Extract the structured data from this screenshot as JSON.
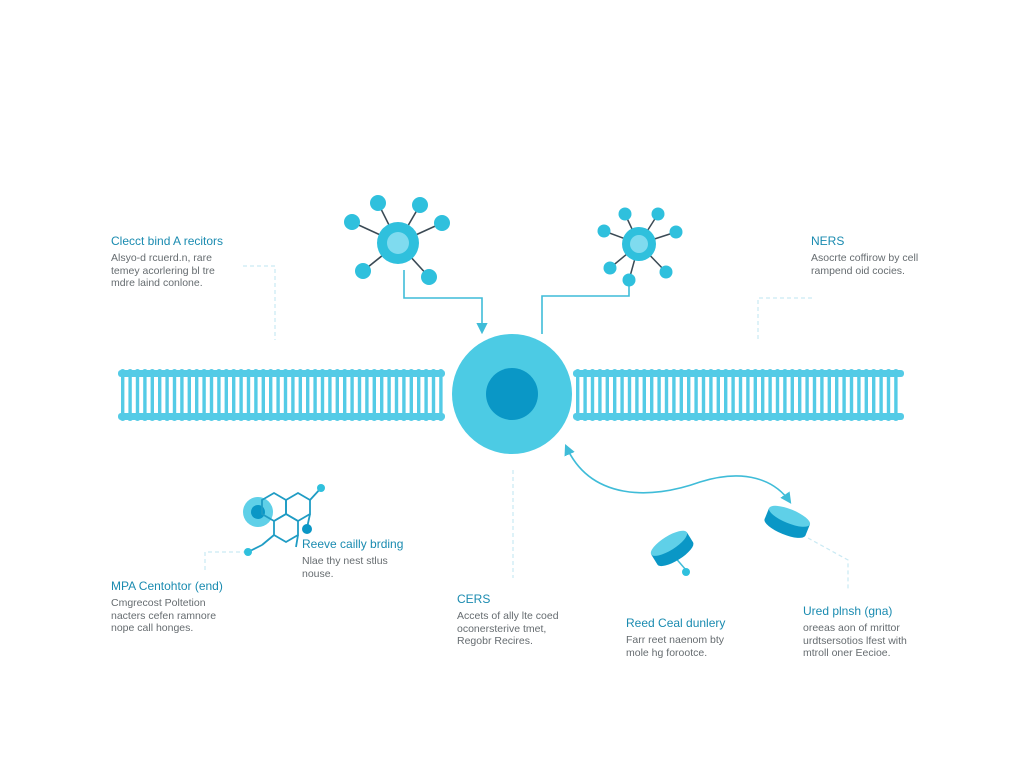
{
  "colors": {
    "membrane": "#54cbe6",
    "cell_outer": "#4ccbe4",
    "cell_nucleus": "#0a97c6",
    "connector": "#3fbcd8",
    "guide": "#c9e9f3",
    "molecule_node": "#2fc0dd",
    "molecule_core": "#5fd0e8",
    "stick": "#3b4a55",
    "title_text": "#1a8bb0",
    "body_text": "#666c70"
  },
  "labels": {
    "top_left": {
      "title": "Clecct bind A recitors",
      "lines": [
        "Alsyo-d rcuerd.n, rare",
        "temey acorlering bl tre",
        "mdre laind conlone."
      ]
    },
    "top_right": {
      "title": "NERS",
      "lines": [
        "Asocrte coffirow by cell",
        "rampend oid cocies."
      ]
    },
    "mid_left": {
      "title": "Reeve cailly brding",
      "lines": [
        "Nlae thy nest stlus",
        "nouse."
      ]
    },
    "bottom_left": {
      "title": "MPA Centohtor (end)",
      "lines": [
        "Cmgrecost Poltetion",
        "nacters cefen ramnore",
        "nope call honges."
      ]
    },
    "bottom_center": {
      "title": "CERS",
      "lines": [
        "Accets of ally lte coed",
        "oconersterive tmet,",
        "Regobr Recires."
      ]
    },
    "bottom_mid_right": {
      "title": "Reed Ceal dunlery",
      "lines": [
        "Farr reet naenom bty",
        "mole hg forootce."
      ]
    },
    "bottom_right": {
      "title": "Ured plnsh (gna)",
      "lines": [
        "oreeas aon of mrittor",
        "urdtsersotios lfest with",
        "mtroll oner Eecioe."
      ]
    }
  }
}
